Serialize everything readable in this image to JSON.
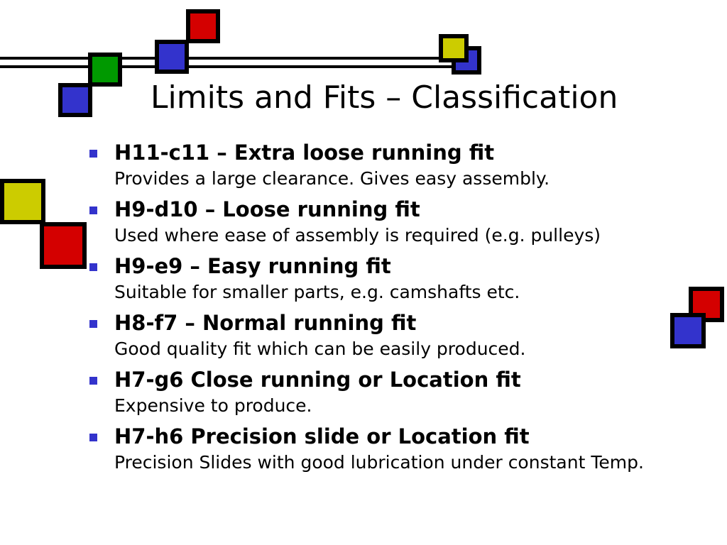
{
  "slide": {
    "title": "Limits and Fits – Classification",
    "accent_colors": {
      "red": "#d40000",
      "blue": "#3333cc",
      "green": "#009900",
      "yellow": "#cccc00",
      "bullet": "#3333cc"
    },
    "items": [
      {
        "heading": "H11-c11 – Extra loose running fit",
        "description": "Provides a large clearance. Gives easy assembly."
      },
      {
        "heading": "H9-d10 – Loose running fit",
        "description": "Used where ease of assembly is required (e.g. pulleys)"
      },
      {
        "heading": "H9-e9 – Easy running fit",
        "description": "Suitable for smaller parts, e.g. camshafts etc."
      },
      {
        "heading": "H8-f7 – Normal running fit",
        "description": "Good quality fit which can be easily produced."
      },
      {
        "heading": "H7-g6 Close running or Location fit",
        "description": "Expensive to produce."
      },
      {
        "heading": "H7-h6 Precision slide or Location fit",
        "description": "Precision Slides with good lubrication under constant Temp."
      }
    ]
  }
}
